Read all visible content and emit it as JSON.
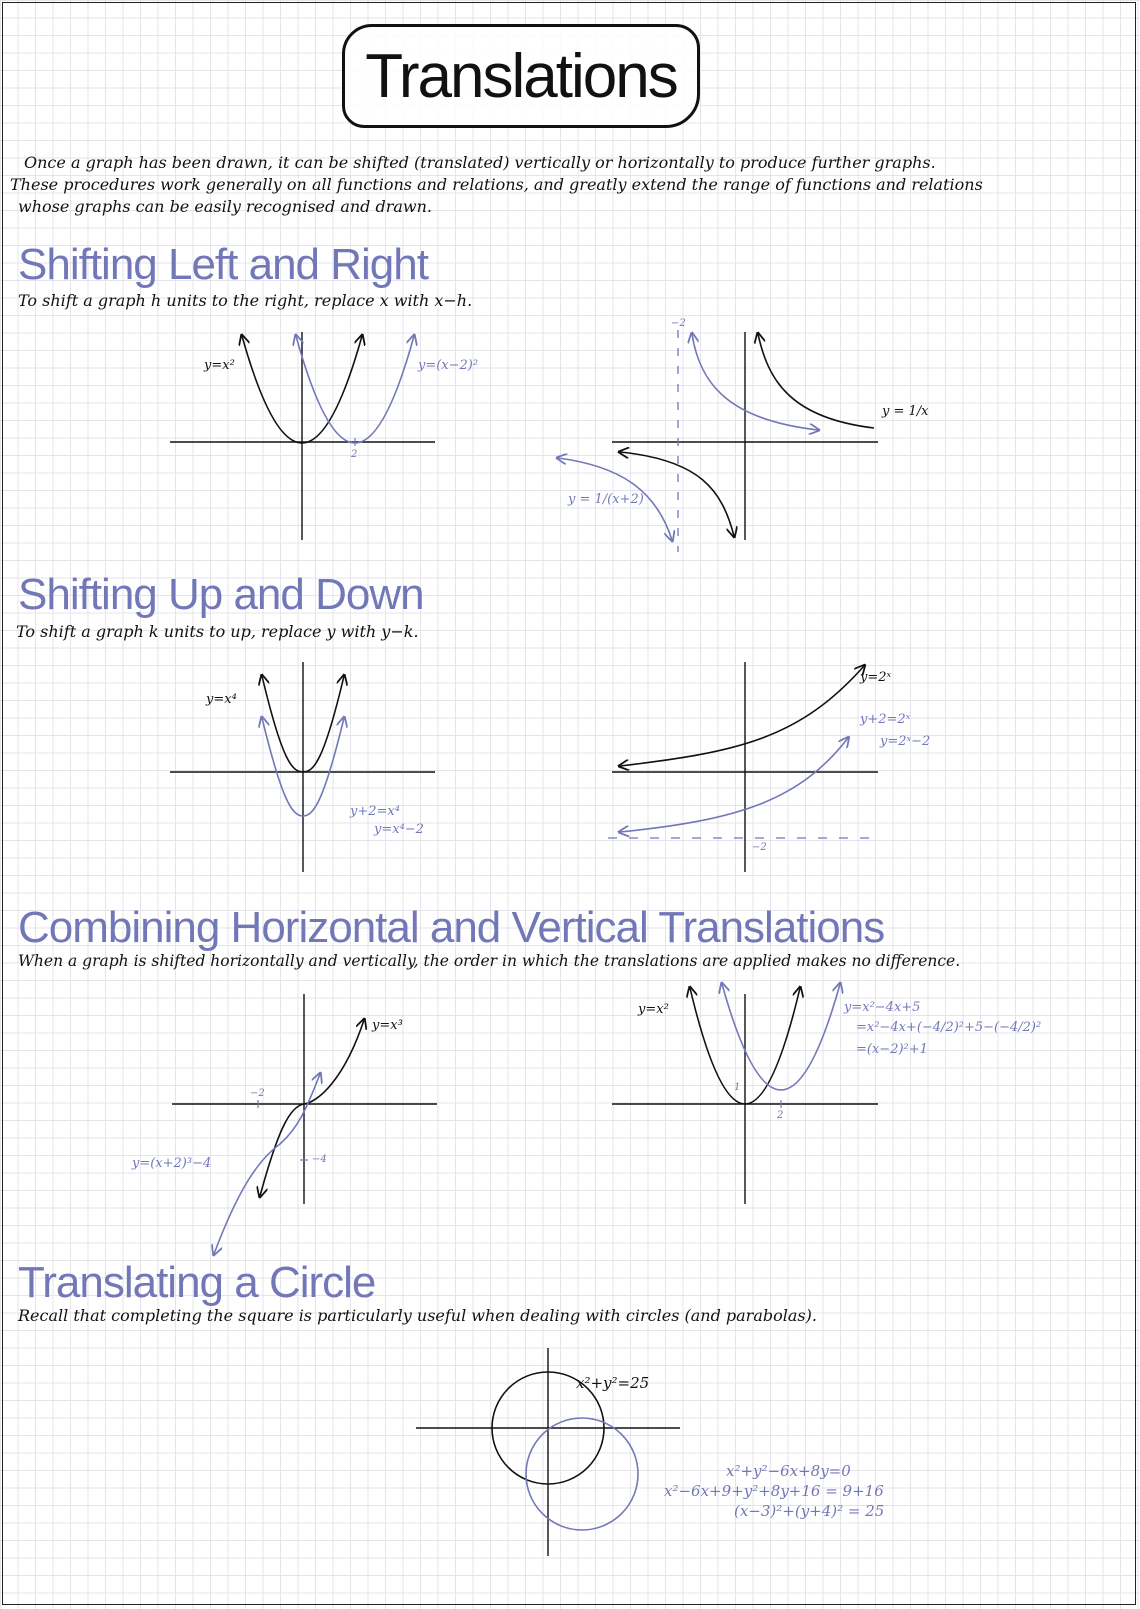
{
  "title": "Translations",
  "intro": {
    "line1": "Once a graph has been drawn, it can be shifted (translated) vertically or horizontally to produce further graphs.",
    "line2": "These procedures work generally on all functions and relations, and greatly extend the range of functions and relations",
    "line3": "whose graphs can be easily recognised and drawn."
  },
  "sections": {
    "left_right": {
      "heading": "Shifting Left and Right",
      "text": "To shift a graph h units to the right, replace x with x−h.",
      "parabola_black": "y=x²",
      "parabola_blue": "y=(x−2)²",
      "parabola_tick": "2",
      "hyper_tick": "−2",
      "hyper_black": "y = 1/x",
      "hyper_blue": "y = 1/(x+2)"
    },
    "up_down": {
      "heading": "Shifting Up and Down",
      "text": "To shift a graph k units to up, replace y with y−k.",
      "quartic_black": "y=x⁴",
      "quartic_blue_1": "y+2=x⁴",
      "quartic_blue_2": "y=x⁴−2",
      "exp_black": "y=2ˣ",
      "exp_blue_1": "y+2=2ˣ",
      "exp_blue_2": "y=2ˣ−2",
      "exp_tick": "−2"
    },
    "combining": {
      "heading": "Combining Horizontal and Vertical Translations",
      "text": "When a graph is shifted horizontally and vertically, the order in which the translations are applied makes no difference.",
      "cubic_black": "y=x³",
      "cubic_blue": "y=(x+2)³−4",
      "cubic_tick_x": "−2",
      "cubic_tick_y": "−4",
      "parab_black": "y=x²",
      "parab_eq1": "y=x²−4x+5",
      "parab_eq2": "=x²−4x+(−4/2)²+5−(−4/2)²",
      "parab_eq3": "=(x−2)²+1",
      "parab_tick_x": "2",
      "parab_tick_y": "1"
    },
    "circle": {
      "heading": "Translating a Circle",
      "text": "Recall that completing the square is particularly useful when dealing with circles (and parabolas).",
      "eq_black": "x²+y²=25",
      "eq_blue1": "x²+y²−6x+8y=0",
      "eq_blue2": "x²−6x+9+y²+8y+16 = 9+16",
      "eq_blue3": "(x−3)²+(y+4)² = 25"
    }
  },
  "colors": {
    "accent": "#7277b8",
    "ink": "#111111",
    "grid": "#e4e4ea"
  }
}
